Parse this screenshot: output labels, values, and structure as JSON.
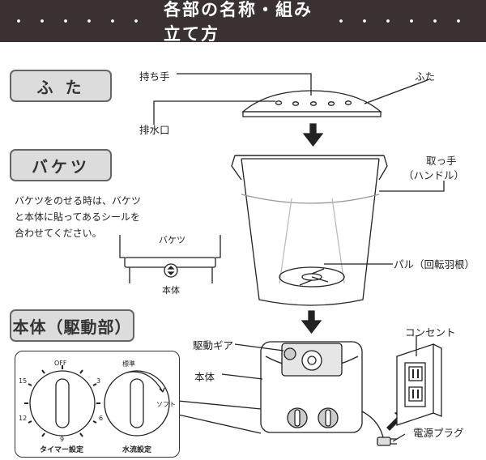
{
  "header": {
    "dots_left": "・・・・・・",
    "title": "各部の名称・組み立て方",
    "dots_right": "・・・・・・"
  },
  "sections": {
    "lid": "ふ た",
    "bucket": "バケツ",
    "body": "本体（駆動部）"
  },
  "labels": {
    "handle_grip": "持ち手",
    "lid": "ふた",
    "drain_hole": "排水口",
    "handle_line1": "取っ手",
    "handle_line2": "（ハンドル）",
    "pulsator": "パル（回転羽根）",
    "drive_gear": "駆動ギア",
    "main_body": "本体",
    "outlet": "コンセント",
    "power_plug": "電源プラグ"
  },
  "note": {
    "line1": "バケツをのせる時は、バケツ",
    "line2": "と本体に貼ってあるシールを",
    "line3": "合わせてください。",
    "sticker_top": "バケツ",
    "sticker_bottom": "本体"
  },
  "dials": {
    "timer": {
      "name": "タイマー設定",
      "off": "OFF",
      "t3": "3",
      "t6": "6",
      "t9": "9",
      "t12": "12",
      "t15": "15"
    },
    "flow": {
      "name": "水流設定",
      "standard": "標準",
      "soft": "ソフト"
    }
  }
}
